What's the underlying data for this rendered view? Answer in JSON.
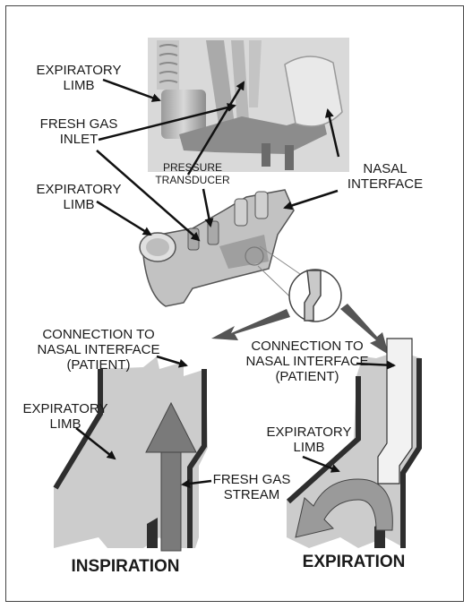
{
  "labels": {
    "expiratory_limb_top": "EXPIRATORY\nLIMB",
    "fresh_gas_inlet": "FRESH GAS\nINLET",
    "nasal_interface": "NASAL\nINTERFACE",
    "pressure_transducer": "PRESSURE\nTRANSDUCER",
    "expiratory_limb_mid": "EXPIRATORY\nLIMB",
    "conn_left": "CONNECTION TO\nNASAL INTERFACE\n(PATIENT)",
    "conn_right": "CONNECTION TO\nNASAL INTERFACE\n(PATIENT)",
    "expiratory_limb_left": "EXPIRATORY\nLIMB",
    "expiratory_limb_right": "EXPIRATORY\nLIMB",
    "fresh_gas_stream": "FRESH GAS\nSTREAM",
    "inspiration": "INSPIRATION",
    "expiration": "EXPIRATION"
  },
  "colors": {
    "tube_fill": "#c9c9c9",
    "tube_wall": "#3a3a3a",
    "flow_arrow": "#7a7a7a",
    "photo_bg": "#d4d4d4"
  }
}
